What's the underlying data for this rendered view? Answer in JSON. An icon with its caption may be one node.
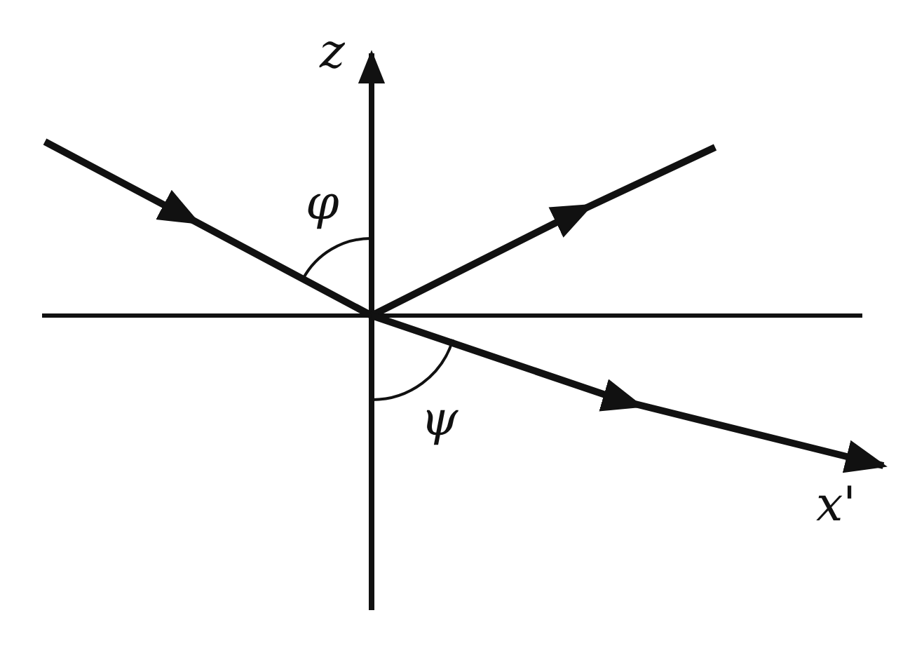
{
  "diagram": {
    "labels": [
      "z",
      "φ",
      "ψ",
      "x'"
    ]
  }
}
